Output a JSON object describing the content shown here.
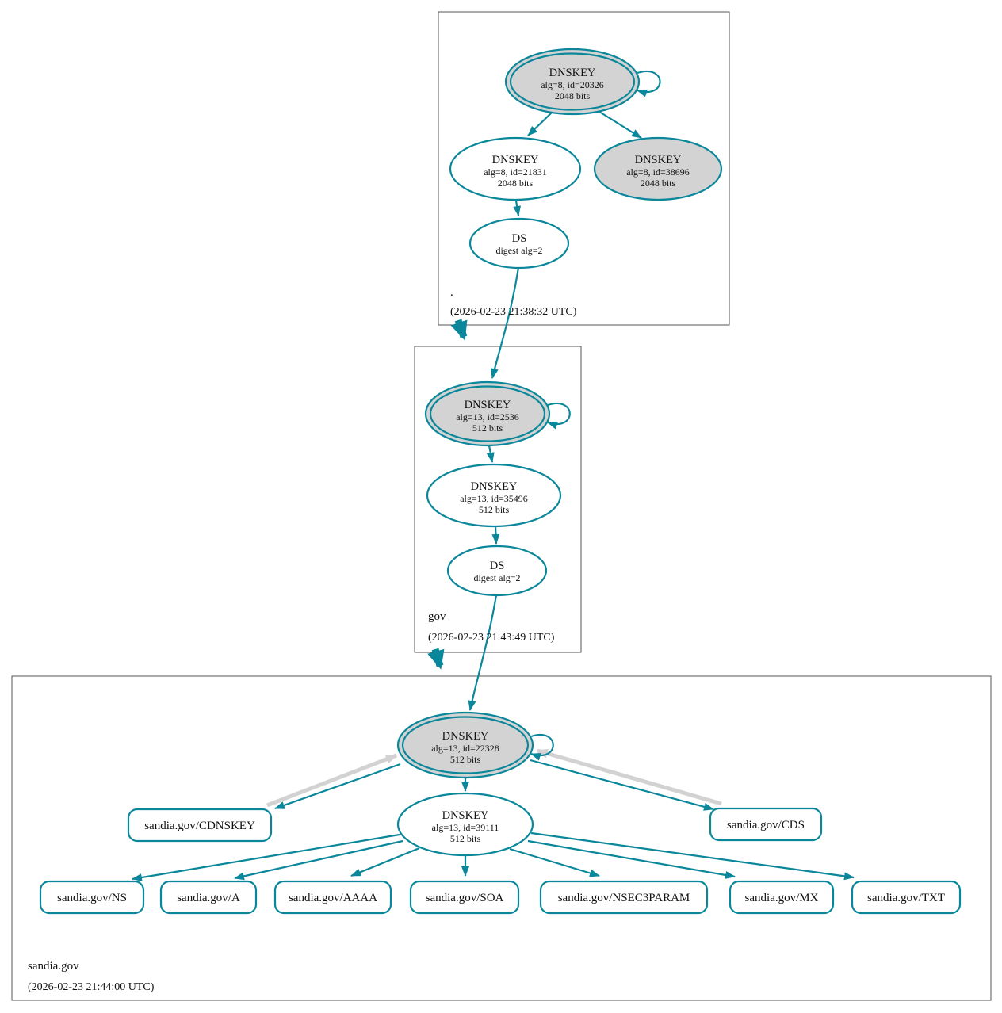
{
  "colors": {
    "secure_teal": "#0a879a",
    "node_fill_gray": "#d3d3d3",
    "edge_gray": "#d2d2d2"
  },
  "zones": {
    "root": {
      "name": ".",
      "timestamp": "(2026-02-23 21:38:32 UTC)",
      "ksk": {
        "type": "DNSKEY",
        "meta": "alg=8, id=20326",
        "bits": "2048 bits"
      },
      "zsk": {
        "type": "DNSKEY",
        "meta": "alg=8, id=21831",
        "bits": "2048 bits"
      },
      "key3": {
        "type": "DNSKEY",
        "meta": "alg=8, id=38696",
        "bits": "2048 bits"
      },
      "ds": {
        "type": "DS",
        "meta": "digest alg=2"
      }
    },
    "gov": {
      "name": "gov",
      "timestamp": "(2026-02-23 21:43:49 UTC)",
      "ksk": {
        "type": "DNSKEY",
        "meta": "alg=13, id=2536",
        "bits": "512 bits"
      },
      "zsk": {
        "type": "DNSKEY",
        "meta": "alg=13, id=35496",
        "bits": "512 bits"
      },
      "ds": {
        "type": "DS",
        "meta": "digest alg=2"
      }
    },
    "sandia": {
      "name": "sandia.gov",
      "timestamp": "(2026-02-23 21:44:00 UTC)",
      "ksk": {
        "type": "DNSKEY",
        "meta": "alg=13, id=22328",
        "bits": "512 bits"
      },
      "zsk": {
        "type": "DNSKEY",
        "meta": "alg=13, id=39111",
        "bits": "512 bits"
      },
      "cdnskey": {
        "label": "sandia.gov/CDNSKEY"
      },
      "cds": {
        "label": "sandia.gov/CDS"
      },
      "rrsets": [
        {
          "label": "sandia.gov/NS"
        },
        {
          "label": "sandia.gov/A"
        },
        {
          "label": "sandia.gov/AAAA"
        },
        {
          "label": "sandia.gov/SOA"
        },
        {
          "label": "sandia.gov/NSEC3PARAM"
        },
        {
          "label": "sandia.gov/MX"
        },
        {
          "label": "sandia.gov/TXT"
        }
      ]
    }
  }
}
